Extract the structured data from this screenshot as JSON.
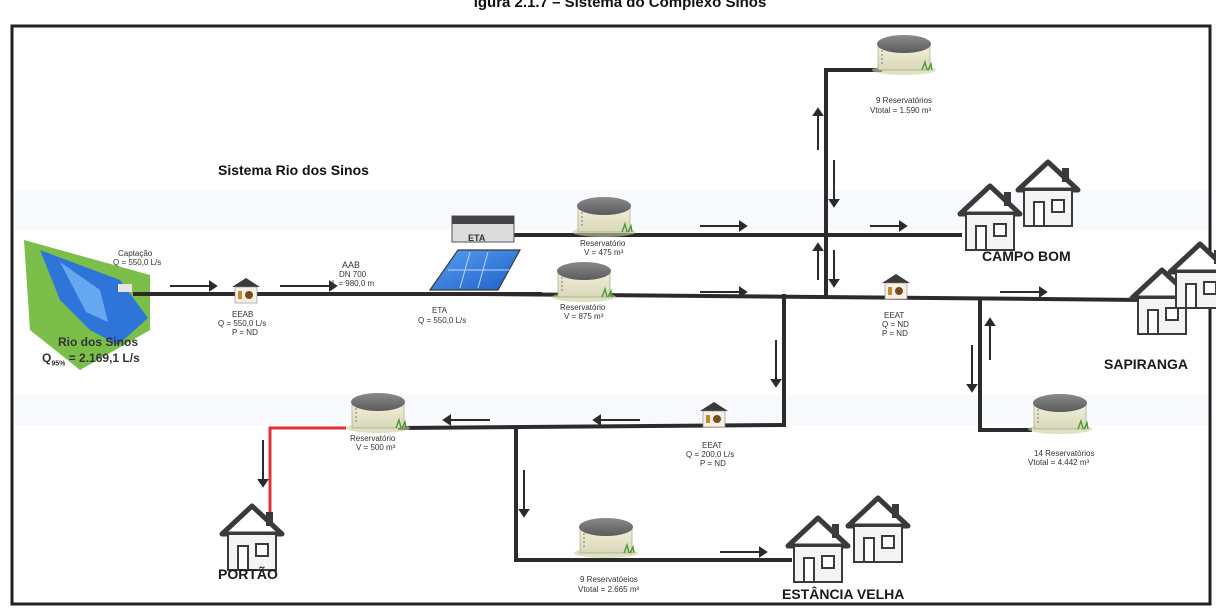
{
  "header": {
    "title": "igura 2.1.7 – Sistema do Complexo Sinos"
  },
  "system_title": "Sistema Rio dos Sinos",
  "source": {
    "captacao_label": "Captação",
    "captacao_flow": "Q = 550,0 L/s",
    "river_name": "Rio dos Sinos",
    "river_flow_prefix": "Q",
    "river_flow_sub": "95%",
    "river_flow_value": " = 2.169,1 L/s"
  },
  "eeab": {
    "label": "EEAB",
    "flow": "Q = 550,0 L/s",
    "power": "P = ND"
  },
  "aab": {
    "label": "AAB",
    "dn": "DN 700",
    "length": "L = 980,0 m"
  },
  "eta": {
    "tank_label": "ETA",
    "label": "ETA",
    "flow": "Q = 550,0 L/s"
  },
  "reservoirs": {
    "r475": {
      "label": "Reservatório",
      "volume": "V = 475 m³"
    },
    "r875": {
      "label": "Reservatório",
      "volume": "V = 875 m³"
    },
    "r9top": {
      "label": "9 Reservatórios",
      "volume": "Vtotal = 1.590 m³"
    },
    "r14": {
      "label": "14 Reservatórios",
      "volume": "Vtotal = 4.442 m³"
    },
    "r500": {
      "label": "Reservatório",
      "volume": "V = 500 m³"
    },
    "r9bottom": {
      "label": "9 Reservatóeios",
      "volume": "Vtotal = 2.665 m³"
    }
  },
  "eeat_right": {
    "label": "EEAT",
    "flow": "Q = ND",
    "power": "P = ND"
  },
  "eeat_bottom": {
    "label": "EEAT",
    "flow": "Q = 200,0 L/s",
    "power": "P = ND"
  },
  "cities": {
    "campo_bom": "CAMPO BOM",
    "sapiranga": "SAPIRANGA",
    "portao": "PORTÃO",
    "estancia_velha": "ESTÂNCIA VELHA"
  },
  "colors": {
    "pipe": "#2b2b2b",
    "portao_pipe": "#e0313a",
    "water": "#2f74d8",
    "grass": "#7bbf4a",
    "house_roof": "#4a4a4a",
    "house_wall": "#ececec"
  }
}
